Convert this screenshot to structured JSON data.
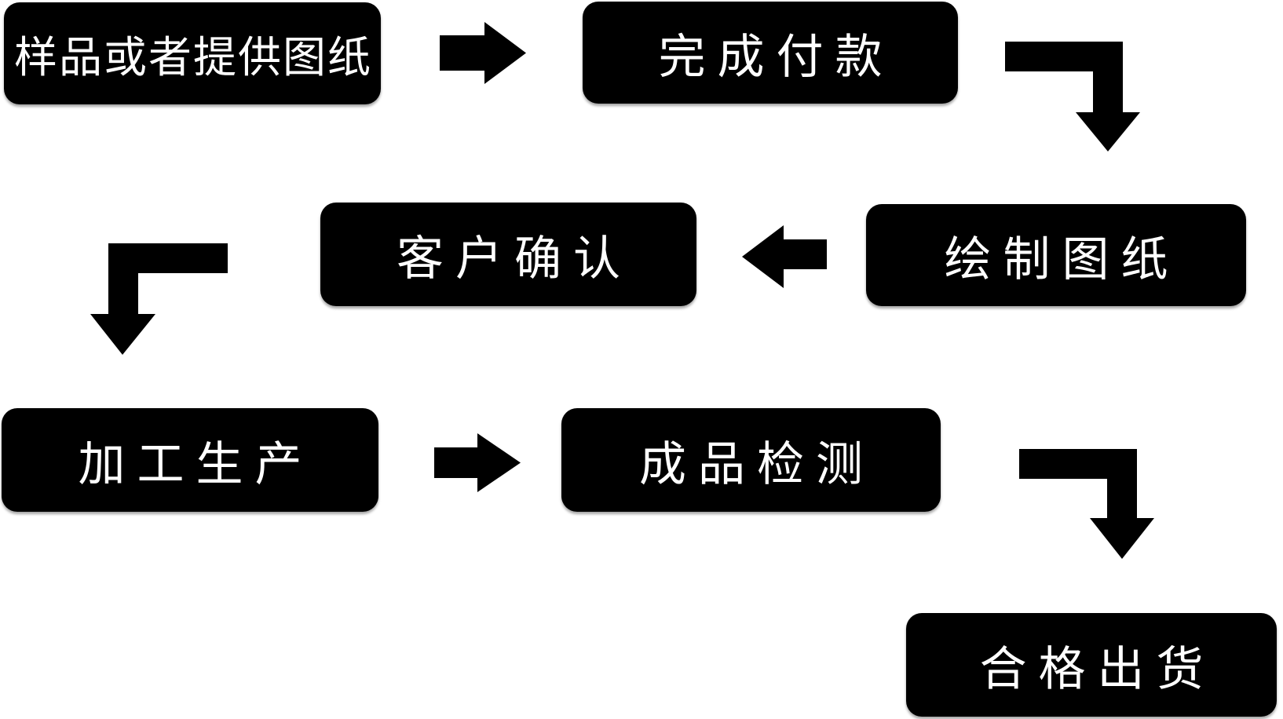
{
  "diagram": {
    "type": "flowchart",
    "background_color": "#ffffff",
    "node_fill_color": "#000000",
    "node_text_color": "#ffffff",
    "connector_color": "#000000",
    "nodes": [
      {
        "label": "样品或者提供图纸"
      },
      {
        "label": "完成付款"
      },
      {
        "label": "绘制图纸"
      },
      {
        "label": "客户确认"
      },
      {
        "label": "加工生产"
      },
      {
        "label": "成品检测"
      },
      {
        "label": "合格出货"
      }
    ],
    "connections": [
      {
        "from": "样品或者提供图纸",
        "to": "完成付款",
        "style": "straight-right"
      },
      {
        "from": "完成付款",
        "to": "绘制图纸",
        "style": "elbow-right-then-down"
      },
      {
        "from": "绘制图纸",
        "to": "客户确认",
        "style": "straight-left"
      },
      {
        "from": "客户确认",
        "to": "加工生产",
        "style": "elbow-left-then-down"
      },
      {
        "from": "加工生产",
        "to": "成品检测",
        "style": "straight-right"
      },
      {
        "from": "成品检测",
        "to": "合格出货",
        "style": "elbow-right-then-down"
      }
    ]
  }
}
